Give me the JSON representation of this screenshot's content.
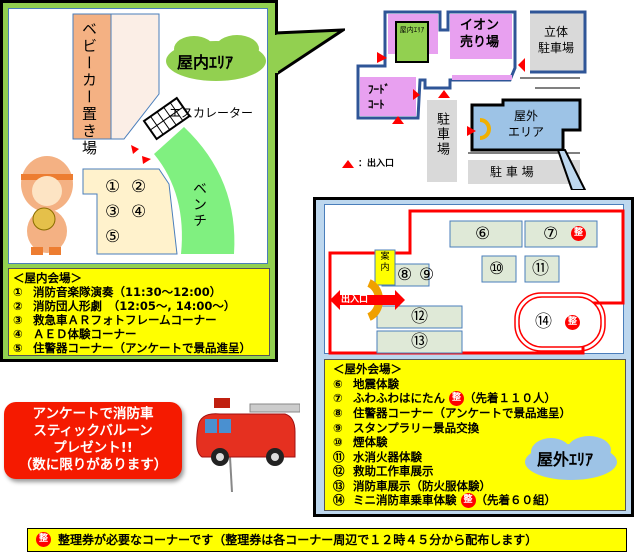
{
  "indoor": {
    "cloud_label": "屋内ｴﾘｱ",
    "baby_car": "ベビーカー置き場",
    "escalator": "エスカレーター",
    "bench": "ベンチ",
    "booth_numbers": [
      "①",
      "②",
      "③",
      "④",
      "⑤"
    ],
    "list_title": "＜屋内会場＞",
    "items": [
      {
        "num": "①",
        "text": "消防音楽隊演奏（11:30～12:00）"
      },
      {
        "num": "②",
        "text": "消防団人形劇　（12:05～, 14:00～）"
      },
      {
        "num": "③",
        "text": "救急車ＡＲフォトフレームコーナー"
      },
      {
        "num": "④",
        "text": "ＡＥＤ体験コーナー"
      },
      {
        "num": "⑤",
        "text": "住警器コーナー（アンケートで景品進呈）"
      }
    ]
  },
  "minimap": {
    "indoor_area": "屋内ｴﾘｱ",
    "aeon_line1": "イオン",
    "aeon_line2": "売り場",
    "parking_multi_line1": "立体",
    "parking_multi_line2": "駐車場",
    "food_line1": "ﾌｰﾄﾞ",
    "food_line2": "ｺｰﾄ",
    "parking_v": "駐車場",
    "outdoor_line1": "屋外",
    "outdoor_line2": "エリア",
    "parking_h": "駐 車 場",
    "legend": "：出入口"
  },
  "outdoor": {
    "booths": [
      "⑥",
      "⑦",
      "⑧",
      "⑨",
      "⑩",
      "⑪",
      "⑫",
      "⑬",
      "⑭"
    ],
    "info": "案内",
    "entrance": "出入口",
    "seiri": "整",
    "list_title": "＜屋外会場＞",
    "cloud_label": "屋外ｴﾘｱ",
    "items": [
      {
        "num": "⑥",
        "text": "地震体験",
        "after": ""
      },
      {
        "num": "⑦",
        "text": "ふわふわはにたん",
        "badge": "整",
        "after": "（先着１１０人）"
      },
      {
        "num": "⑧",
        "text": "住警器コーナー（アンケートで景品進呈）",
        "after": ""
      },
      {
        "num": "⑨",
        "text": "スタンプラリー景品交換",
        "after": ""
      },
      {
        "num": "⑩",
        "text": "煙体験",
        "after": ""
      },
      {
        "num": "⑪",
        "text": "水消火器体験",
        "after": ""
      },
      {
        "num": "⑫",
        "text": "救助工作車展示",
        "after": ""
      },
      {
        "num": "⑬",
        "text": "消防車展示（防火服体験）",
        "after": ""
      },
      {
        "num": "⑭",
        "text": "ミニ消防車乗車体験",
        "badge": "整",
        "after": "（先着６０組）"
      }
    ]
  },
  "promo": {
    "line1": "アンケートで消防車",
    "line2": "スティックバルーン",
    "line3": "プレゼント!!",
    "line4": "（数に限りがあります）"
  },
  "footer": {
    "badge": "整",
    "text": "整理券が必要なコーナーです（整理券は各コーナー周辺で１２時４５分から配布します）"
  },
  "colors": {
    "green": "#92d050",
    "yellow": "#ffff00",
    "red": "#ff0000",
    "pink": "#e8a0f0",
    "blue": "#9dc3e6"
  }
}
